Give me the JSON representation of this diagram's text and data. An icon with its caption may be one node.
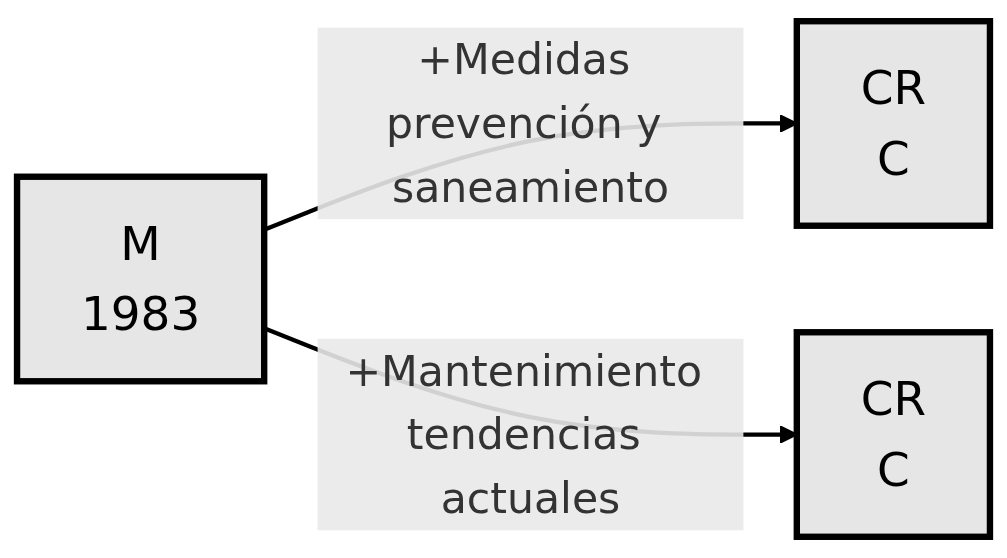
{
  "diagram": {
    "nodes": [
      {
        "text": [
          "M",
          "1983"
        ]
      },
      {
        "text": [
          "CR",
          "C"
        ]
      },
      {
        "text": [
          "CR",
          "C"
        ]
      }
    ],
    "edges": [
      {
        "from": 0,
        "to": 1,
        "arrow": "to",
        "label": "+Medidas prevención y saneamiento"
      },
      {
        "from": 0,
        "to": 2,
        "arrow": "to",
        "label": "+Mantenimiento tendencias actuales"
      }
    ]
  }
}
